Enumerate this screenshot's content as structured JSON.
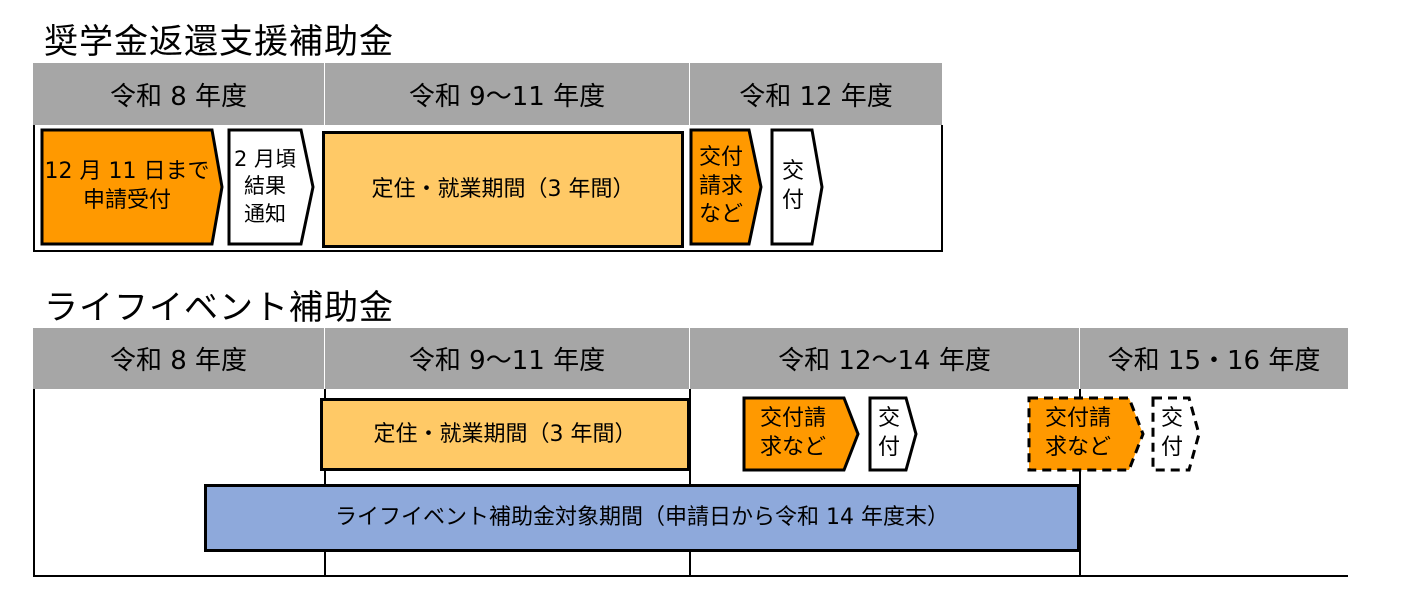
{
  "section1": {
    "title": "奨学金返還支援補助金",
    "headers": [
      "令和 8 年度",
      "令和 9〜11 年度",
      "令和 12 年度"
    ],
    "steps": {
      "apply": "12 月 11 日まで\n申請受付",
      "result": "2 月頃\n結果\n通知",
      "period": "定住・就業期間（3 年間）",
      "request": "交付\n請求\nなど",
      "grant": "交\n付"
    }
  },
  "section2": {
    "title": "ライフイベント補助金",
    "headers": [
      "令和 8 年度",
      "令和 9〜11 年度",
      "令和 12〜14 年度",
      "令和 15・16 年度"
    ],
    "steps": {
      "period": "定住・就業期間（3 年間）",
      "request1": "交付請\n求など",
      "grant1": "交\n付",
      "request2": "交付請\n求など",
      "grant2": "交\n付",
      "eligible": "ライフイベント補助金対象期間（申請日から令和 14 年度末）"
    }
  },
  "colors": {
    "header": "#a6a6a6",
    "orange": "#ff9900",
    "light_orange": "#ffc966",
    "blue": "#8ea9db"
  }
}
